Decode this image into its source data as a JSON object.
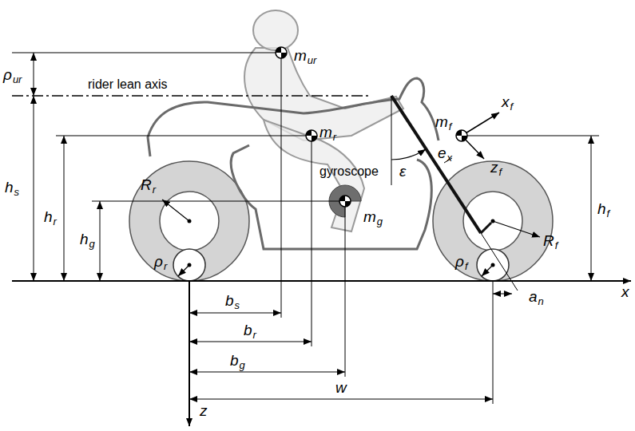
{
  "diagram": {
    "labels": [
      "ρ",
      "ur",
      "m",
      "ur",
      "rider lean axis",
      "m",
      "r",
      "e",
      "x",
      "x",
      "f",
      "m",
      "f",
      "ε",
      "z",
      "f",
      "gyroscope",
      "h",
      "s",
      "h",
      "r",
      "h",
      "g",
      "R",
      "r",
      "m",
      "g",
      "h",
      "f",
      "R",
      "f",
      "ρ",
      "r",
      "ρ",
      "f",
      "x",
      "a",
      "n",
      "b",
      "s",
      "b",
      "r",
      "b",
      "g",
      "w",
      "z"
    ]
  }
}
